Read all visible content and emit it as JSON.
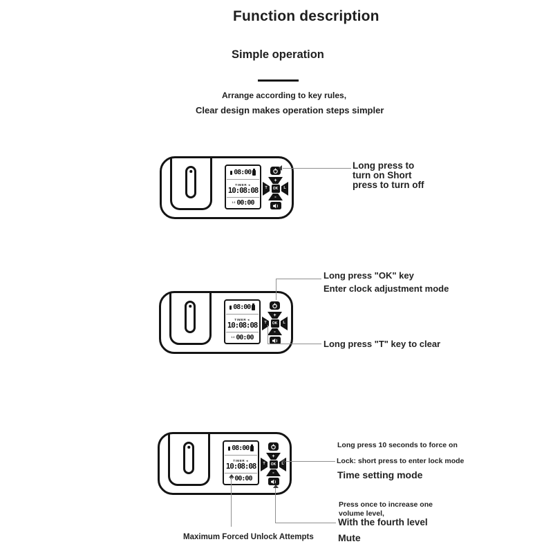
{
  "header": {
    "title": "Function description",
    "subtitle": "Simple operation",
    "intro_line1": "Arrange according to key rules,",
    "intro_line2": "Clear design makes operation steps simpler"
  },
  "device": {
    "lcd": {
      "top_time": "08:00",
      "timer_label": "TIMER",
      "main_time": "10:08:08",
      "bottom_time": "00:00",
      "index_marks": "1\n2"
    },
    "buttons": {
      "up": "+",
      "down": "-",
      "left": "T",
      "right": "L",
      "ok": "OK"
    },
    "icons": {
      "top_button": "power-icon",
      "bottom_button": "mute-speaker-icon",
      "lcd_right": "battery-icon",
      "lcd_timer": "speaker-icon"
    }
  },
  "annotations": {
    "power": "Long press to\nturn on Short\npress to turn off",
    "ok_line1": "Long press \"OK\" key",
    "ok_line2": "Enter clock adjustment mode",
    "t_clear": "Long press \"T\" key to clear",
    "force_on": "Long press 10 seconds to force on",
    "lock": "Lock: short press to enter lock mode",
    "time_setting": "Time setting mode",
    "volume": "Press once to increase one\nvolume level,",
    "fourth_level": "With the fourth level",
    "mute": "Mute",
    "max_unlock": "Maximum Forced Unlock Attempts"
  },
  "colors": {
    "ink": "#1e1e1e",
    "device_outline": "#141414",
    "callout_line": "#8f8f8f"
  }
}
